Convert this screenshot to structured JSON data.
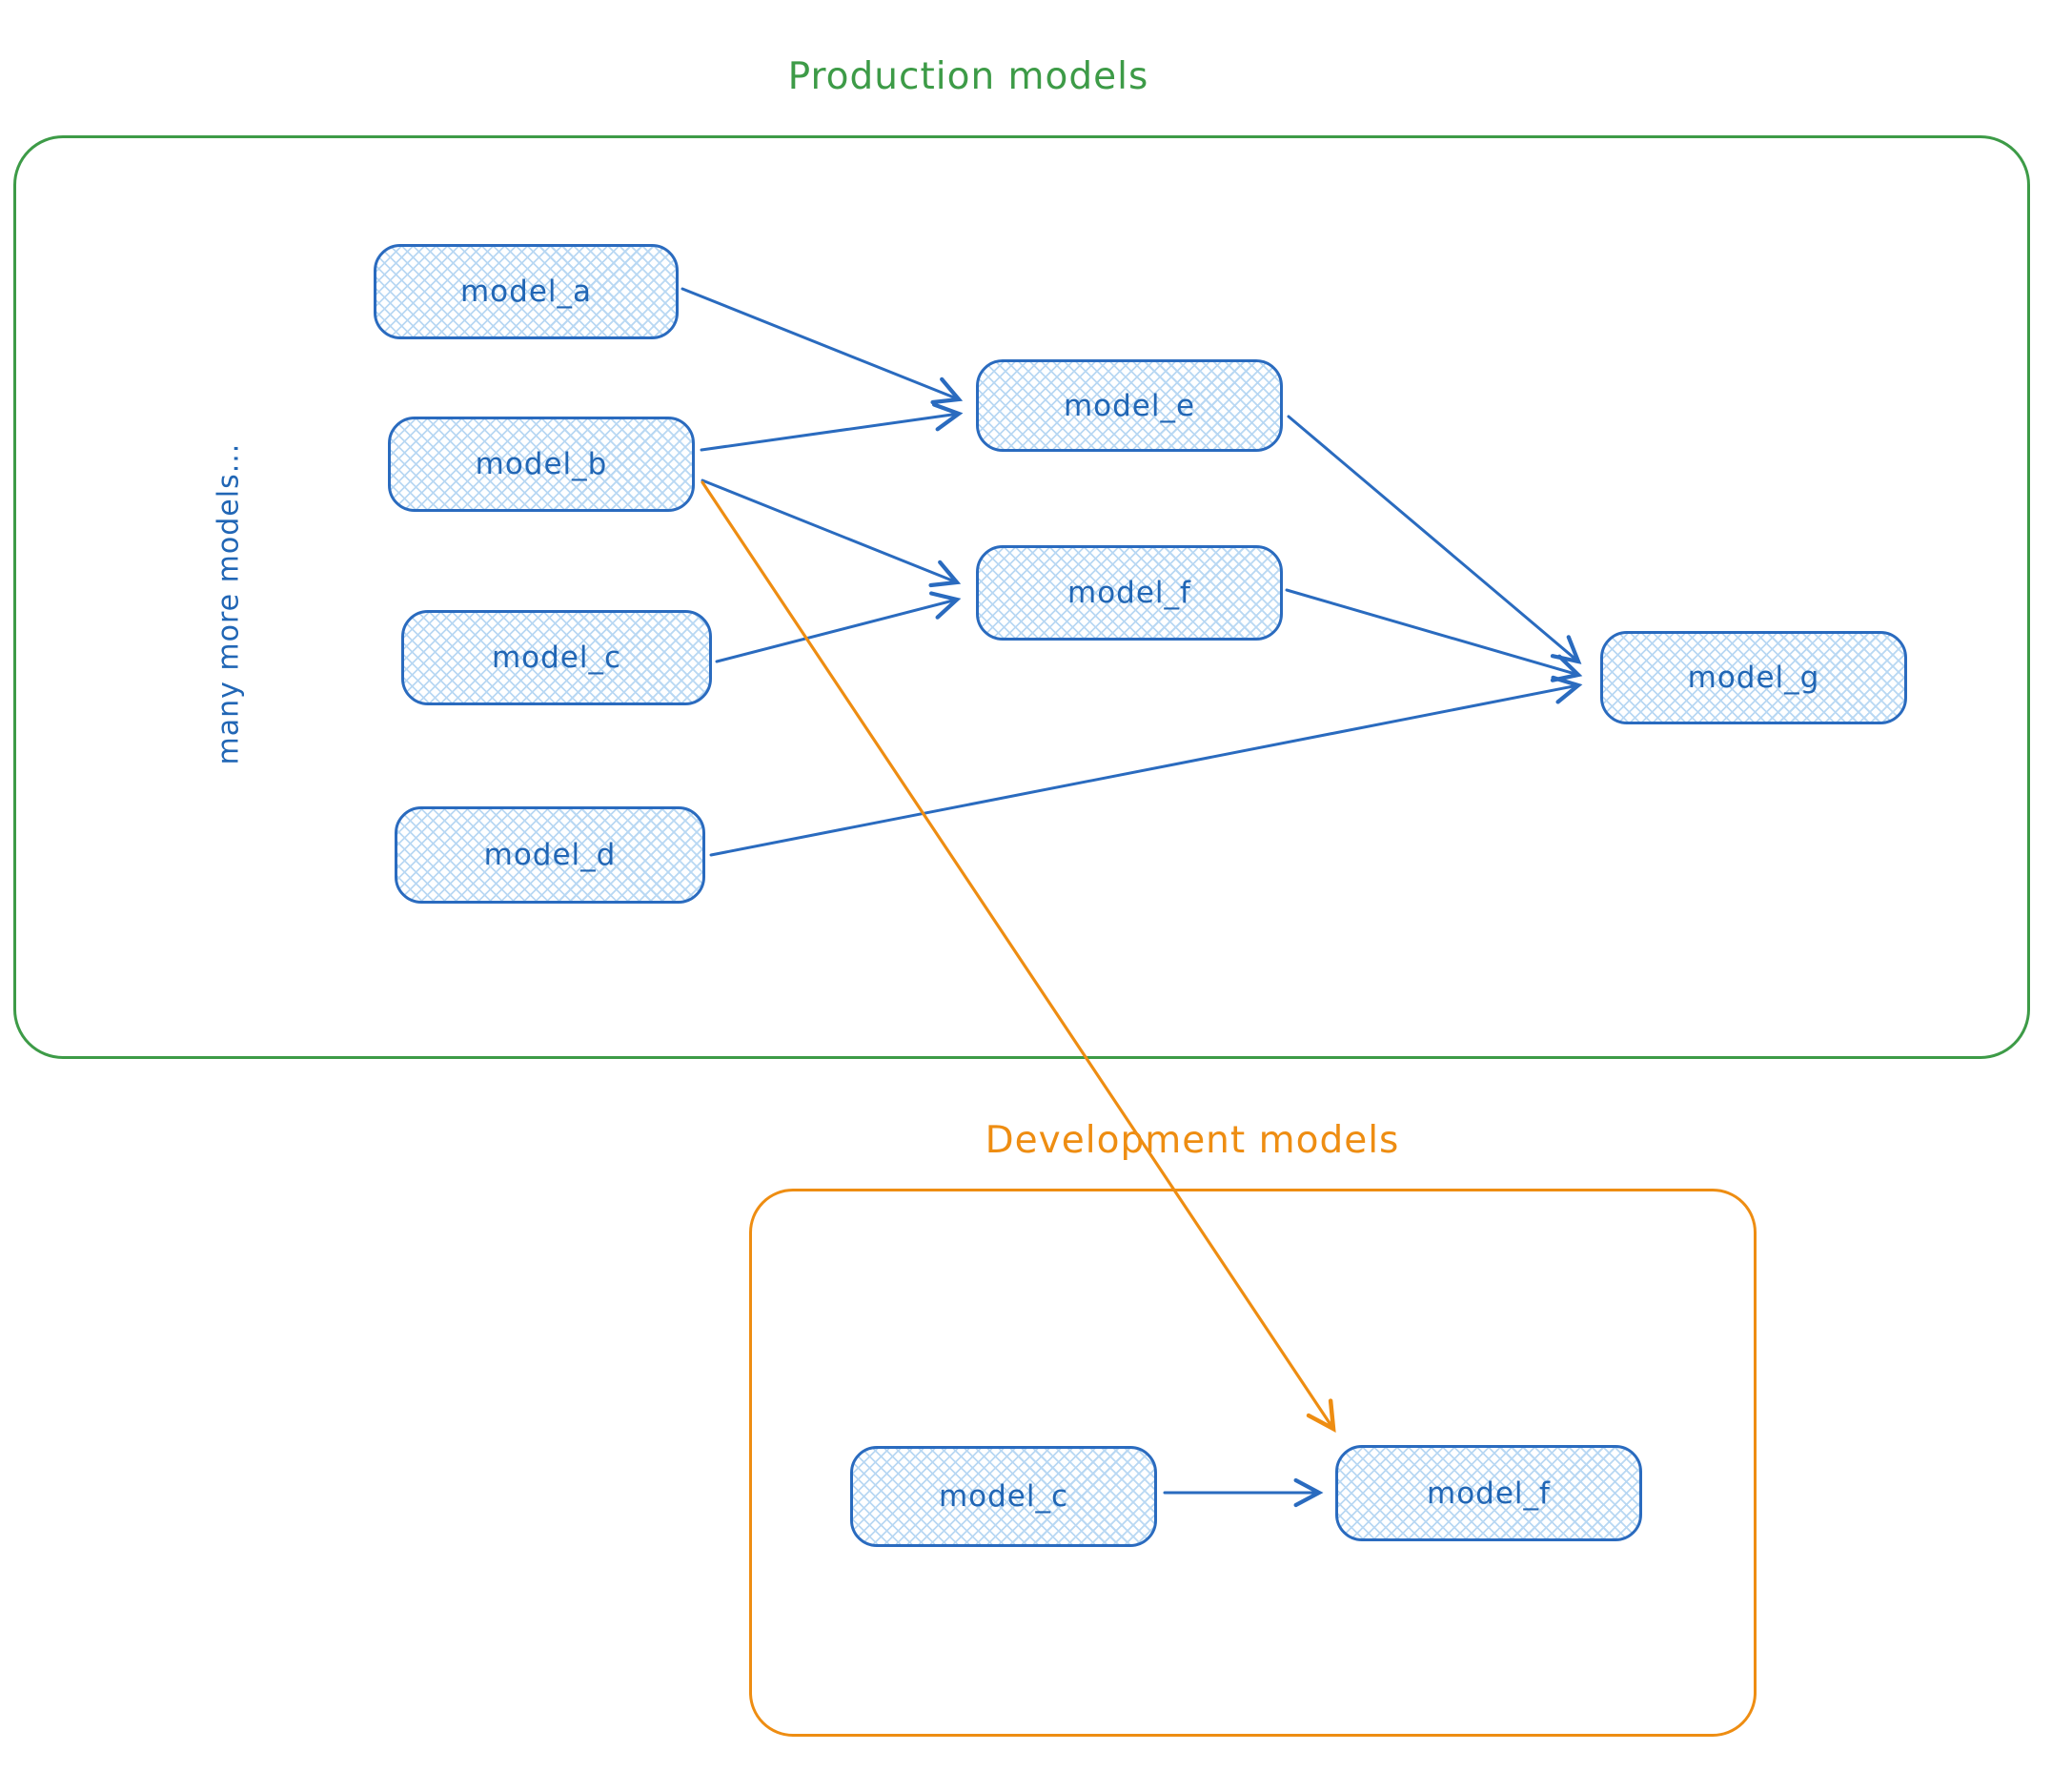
{
  "colors": {
    "production_green": "#3d9b47",
    "development_orange": "#ee8d12",
    "node_stroke_blue": "#2a6bbf",
    "node_text_blue": "#2166b5",
    "node_hatch_fill": "#b9d8f3"
  },
  "production": {
    "title": "Production models",
    "side_note": "many more models...",
    "nodes": [
      {
        "label": "model_a"
      },
      {
        "label": "model_b"
      },
      {
        "label": "model_c"
      },
      {
        "label": "model_d"
      },
      {
        "label": "model_e"
      },
      {
        "label": "model_f"
      },
      {
        "label": "model_g"
      }
    ],
    "edges": [
      [
        "model_a",
        "model_e"
      ],
      [
        "model_b",
        "model_e"
      ],
      [
        "model_b",
        "model_f"
      ],
      [
        "model_c",
        "model_f"
      ],
      [
        "model_e",
        "model_g"
      ],
      [
        "model_f",
        "model_g"
      ],
      [
        "model_d",
        "model_g"
      ]
    ]
  },
  "development": {
    "title": "Development models",
    "nodes": [
      {
        "label": "model_c"
      },
      {
        "label": "model_f"
      }
    ],
    "edges": [
      [
        "model_c",
        "model_f"
      ]
    ]
  },
  "cross_edges": [
    {
      "from": "production model_b",
      "to": "development model_f"
    }
  ]
}
